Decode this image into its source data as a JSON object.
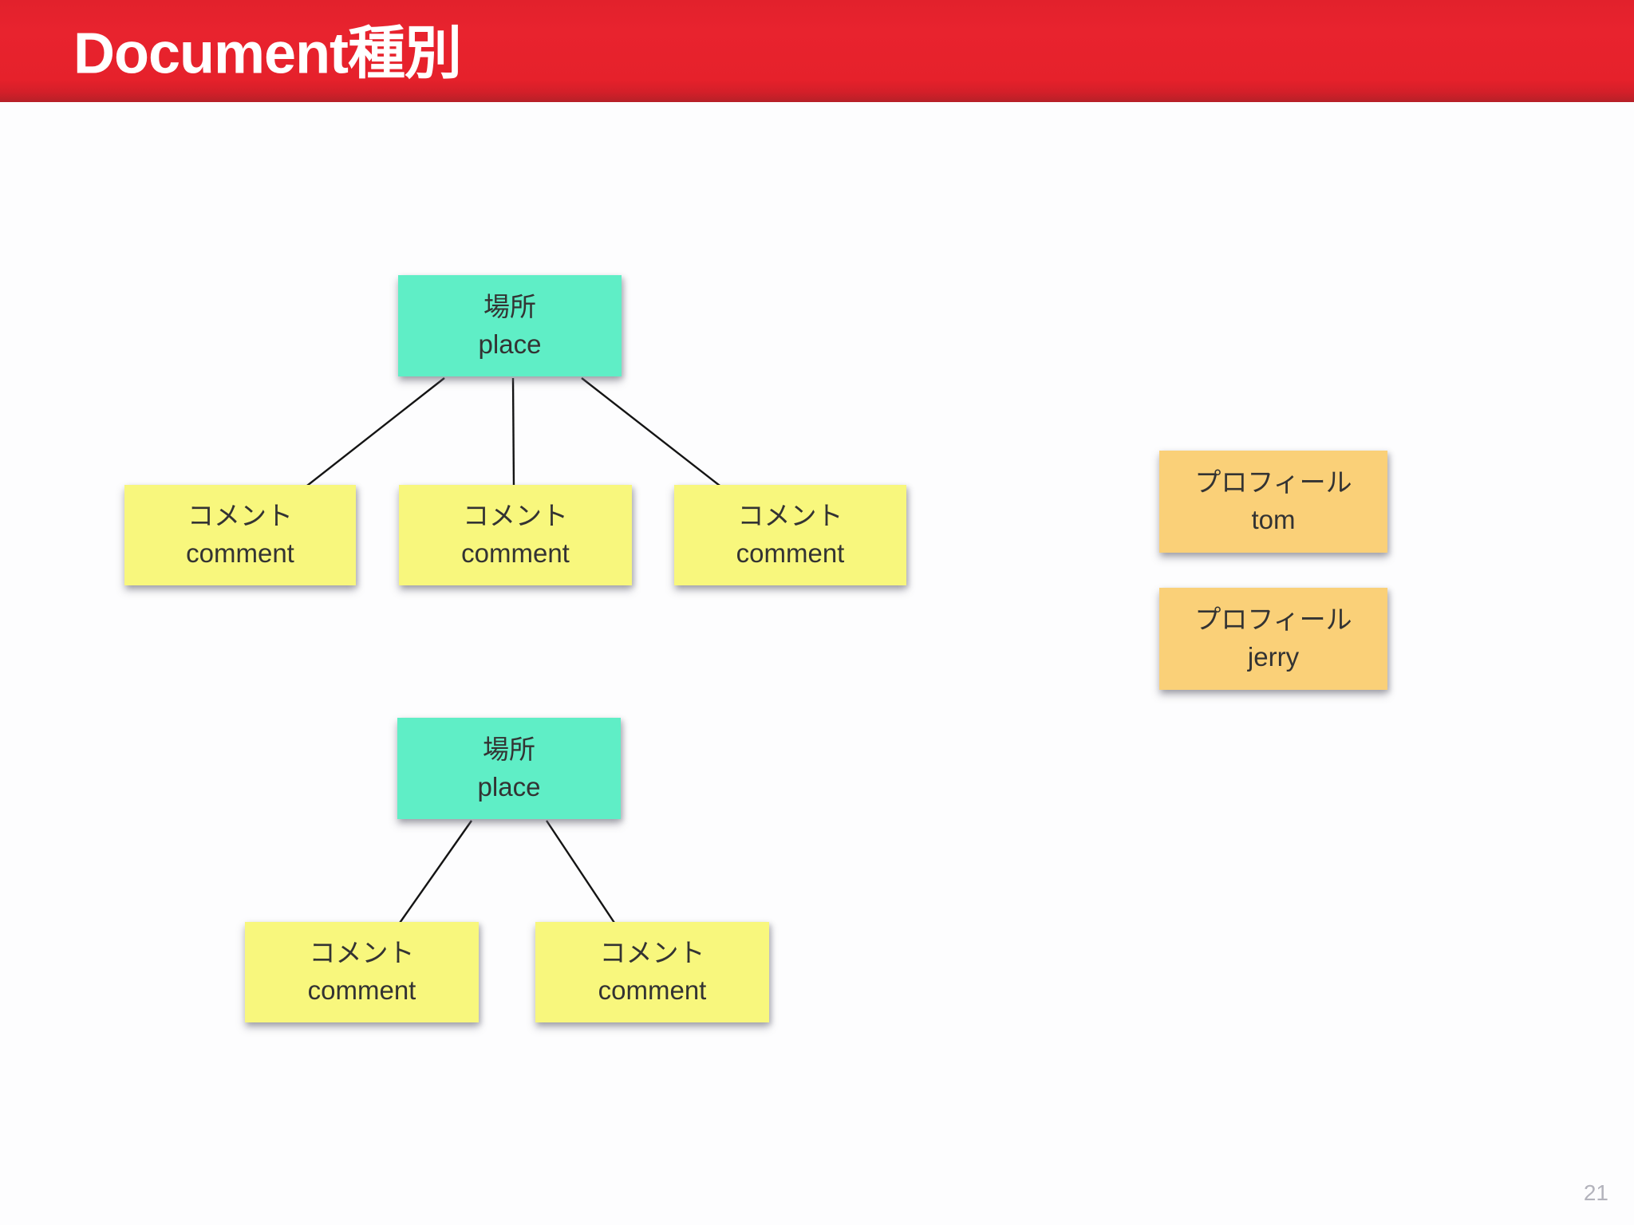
{
  "header": {
    "title": "Document種別"
  },
  "footer": {
    "page_number": "21"
  },
  "colors": {
    "header_red": "#e6212b",
    "header_red_dark": "#b62028",
    "place_teal": "#5feec6",
    "comment_yellow": "#f8f77d",
    "profile_orange": "#fad078",
    "node_text": "#333333",
    "connector_line": "#141414",
    "page_number": "#b3b3bc",
    "title_text": "#ffffff"
  },
  "diagram": {
    "tree1": {
      "root": {
        "ja": "場所",
        "en": "place"
      },
      "children": [
        {
          "ja": "コメント",
          "en": "comment"
        },
        {
          "ja": "コメント",
          "en": "comment"
        },
        {
          "ja": "コメント",
          "en": "comment"
        }
      ]
    },
    "tree2": {
      "root": {
        "ja": "場所",
        "en": "place"
      },
      "children": [
        {
          "ja": "コメント",
          "en": "comment"
        },
        {
          "ja": "コメント",
          "en": "comment"
        }
      ]
    },
    "profiles": [
      {
        "ja": "プロフィール",
        "en": "tom"
      },
      {
        "ja": "プロフィール",
        "en": "jerry"
      }
    ]
  }
}
